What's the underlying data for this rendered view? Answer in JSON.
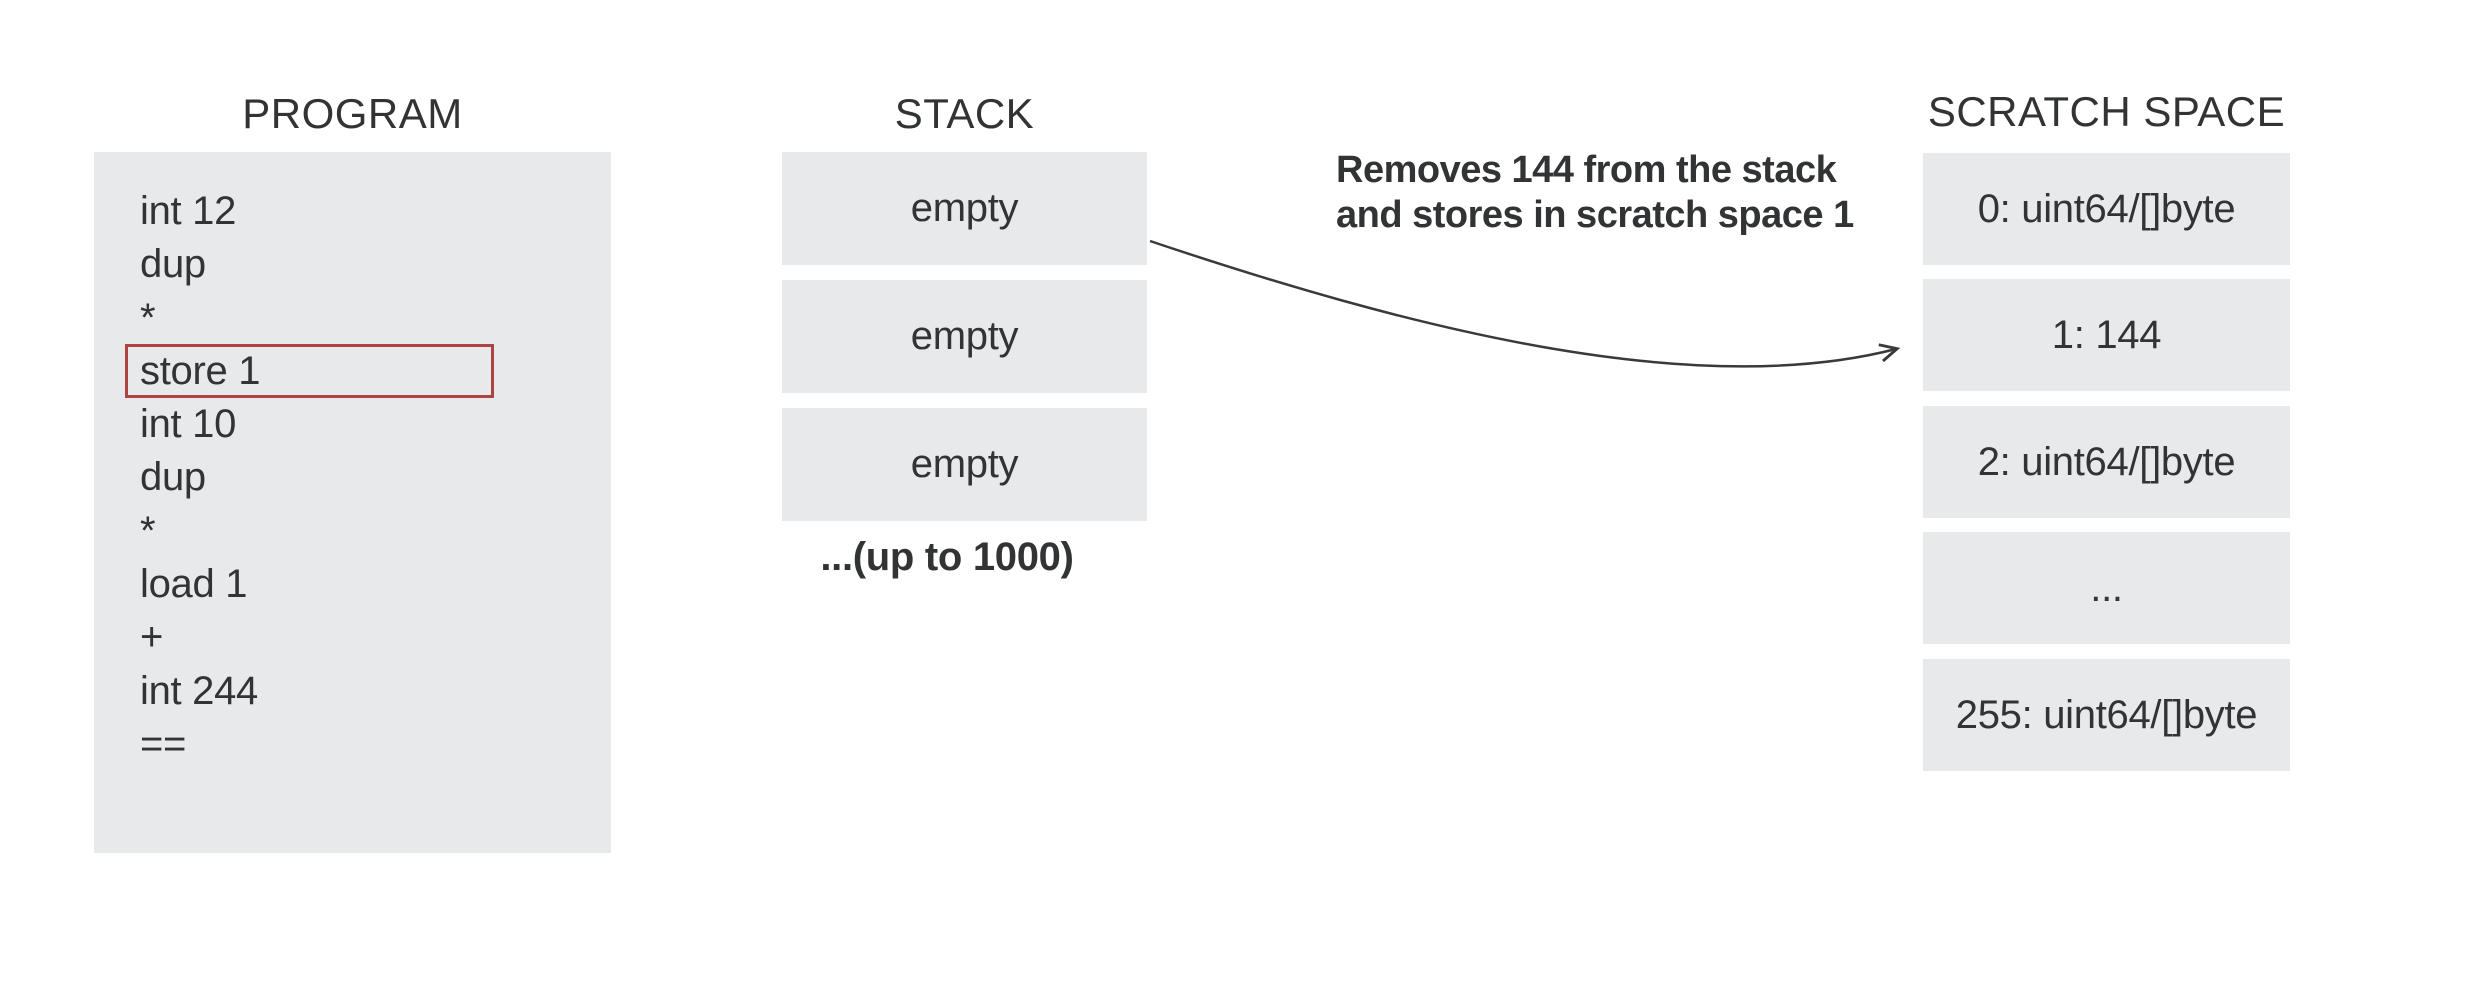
{
  "colors": {
    "background": "#ffffff",
    "box_fill": "#e8e9eb",
    "text": "#313335",
    "highlight_border": "#ac4541",
    "arrow": "#3a3a3c"
  },
  "program": {
    "title": "PROGRAM",
    "lines": [
      "int 12",
      "dup",
      "*",
      "store 1",
      "int 10",
      "dup",
      "*",
      "load 1",
      "+",
      "int 244",
      "=="
    ],
    "highlighted_line": "store 1"
  },
  "stack": {
    "title": "STACK",
    "slots": [
      "empty",
      "empty",
      "empty"
    ],
    "note": "...(up to 1000)"
  },
  "annotation": {
    "line1": "Removes 144 from the stack",
    "line2": "and stores in scratch space 1"
  },
  "scratch_space": {
    "title": "SCRATCH SPACE",
    "slots": [
      "0: uint64/[]byte",
      "1: 144",
      "2: uint64/[]byte",
      "...",
      "255: uint64/[]byte"
    ]
  }
}
